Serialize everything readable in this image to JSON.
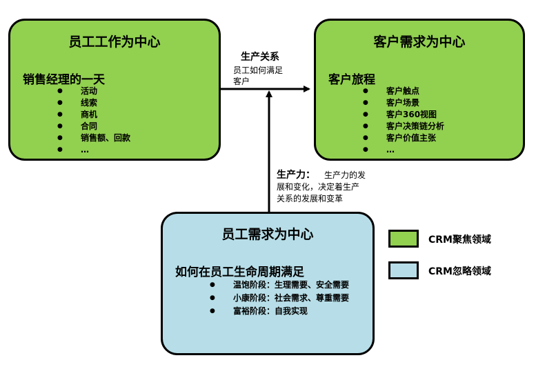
{
  "box_employee_work": {
    "title": "员工工作为中心",
    "subtitle": "销售经理的一天",
    "items": [
      "活动",
      "线索",
      "商机",
      "合同",
      "销售额、回款",
      "…"
    ]
  },
  "box_customer": {
    "title": "客户需求为中心",
    "subtitle": "客户旅程",
    "items": [
      "客户触点",
      "客户场景",
      "客户360视图",
      "客户决策链分析",
      "客户价值主张",
      "…"
    ]
  },
  "box_employee_needs": {
    "title": "员工需求为中心",
    "subtitle": "如何在员工生命周期满足",
    "items": [
      "温饱阶段：生理需要、安全需要",
      "小康阶段：社会需求、尊重需要",
      "富裕阶段：自我实现"
    ]
  },
  "arrow_relation": {
    "label": "生产关系",
    "note_line1": "员工如何满足",
    "note_line2": "客户"
  },
  "arrow_productivity": {
    "label": "生产力：",
    "note_line1": "生产力的发",
    "note_line2": "展和变化，决定着生产",
    "note_line3": "关系的发展和变革"
  },
  "legend": [
    {
      "label": "CRM聚焦领域",
      "color": "#92d050"
    },
    {
      "label": "CRM忽略领域",
      "color": "#b7dee8"
    }
  ]
}
